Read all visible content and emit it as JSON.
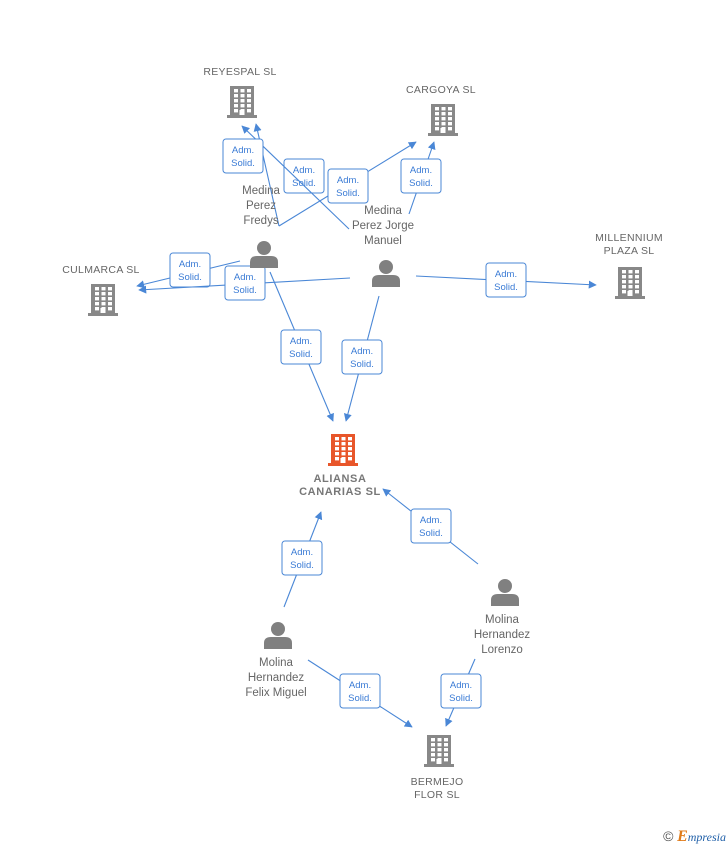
{
  "colors": {
    "edge": "#4a87d6",
    "company": "#888888",
    "company_main": "#e8562a",
    "person": "#808080"
  },
  "role_label": [
    "Adm.",
    "Solid."
  ],
  "nodes": [
    {
      "id": "reyespal",
      "kind": "company",
      "lines": [
        "REYESPAL  SL"
      ]
    },
    {
      "id": "cargoya",
      "kind": "company",
      "lines": [
        "CARGOYA SL"
      ]
    },
    {
      "id": "culmarca",
      "kind": "company",
      "lines": [
        "CULMARCA SL"
      ]
    },
    {
      "id": "millennium",
      "kind": "company",
      "lines": [
        "MILLENNIUM",
        "PLAZA  SL"
      ]
    },
    {
      "id": "aliansa",
      "kind": "company-main",
      "lines": [
        "ALIANSA",
        "CANARIAS  SL"
      ]
    },
    {
      "id": "bermejo",
      "kind": "company",
      "lines": [
        "BERMEJO",
        "FLOR  SL"
      ]
    },
    {
      "id": "fredys",
      "kind": "person",
      "lines": [
        "Medina",
        "Perez",
        "Fredys"
      ]
    },
    {
      "id": "jorge",
      "kind": "person",
      "lines": [
        "Medina",
        "Perez Jorge",
        "Manuel"
      ]
    },
    {
      "id": "lorenzo",
      "kind": "person",
      "lines": [
        "Molina",
        "Hernandez",
        "Lorenzo"
      ]
    },
    {
      "id": "felix",
      "kind": "person",
      "lines": [
        "Molina",
        "Hernandez",
        "Felix Miguel"
      ]
    }
  ],
  "edges": [
    {
      "from": "fredys",
      "to": "reyespal"
    },
    {
      "from": "jorge",
      "to": "reyespal"
    },
    {
      "from": "fredys",
      "to": "cargoya"
    },
    {
      "from": "jorge",
      "to": "cargoya"
    },
    {
      "from": "fredys",
      "to": "culmarca"
    },
    {
      "from": "jorge",
      "to": "culmarca"
    },
    {
      "from": "jorge",
      "to": "millennium"
    },
    {
      "from": "fredys",
      "to": "aliansa"
    },
    {
      "from": "jorge",
      "to": "aliansa"
    },
    {
      "from": "lorenzo",
      "to": "aliansa"
    },
    {
      "from": "felix",
      "to": "aliansa"
    },
    {
      "from": "felix",
      "to": "bermejo"
    },
    {
      "from": "lorenzo",
      "to": "bermejo"
    }
  ],
  "footer": {
    "copyright": "©",
    "brand_initial": "E",
    "brand_rest": "mpresia"
  }
}
